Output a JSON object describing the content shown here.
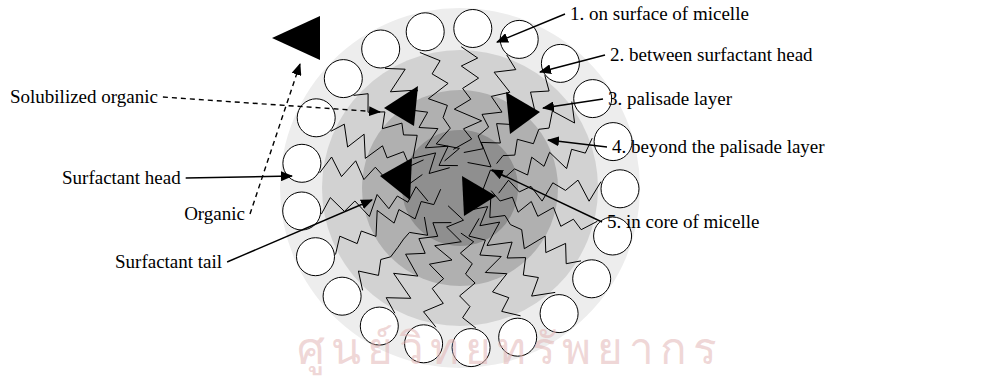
{
  "diagram": {
    "labels": [
      "Organic",
      "Solubilized organic",
      "Surfactant head",
      "Surfactant tail",
      "1. on surface of micelle",
      "2. between surfactant head",
      "3. palisade layer",
      "4. beyond the palisade layer",
      "5. in core of micelle",
      "ศูนย์วิทยทรัพยากร"
    ]
  }
}
